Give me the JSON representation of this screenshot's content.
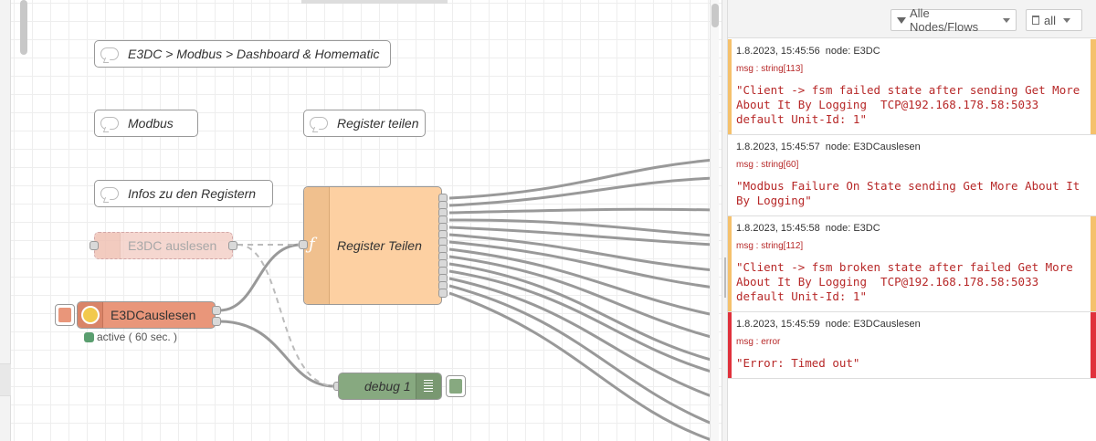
{
  "workspace": {
    "comments": [
      {
        "id": "c1",
        "label": "E3DC > Modbus > Dashboard & Homematic"
      },
      {
        "id": "c2",
        "label": "Modbus"
      },
      {
        "id": "c3",
        "label": "Register teilen"
      },
      {
        "id": "c4",
        "label": "Infos zu den Registern"
      }
    ],
    "nodes": {
      "e3dc_disabled": {
        "label": "E3DC auslesen"
      },
      "function": {
        "label": "Register Teilen",
        "icon_glyph": "ƒ"
      },
      "inject": {
        "label": "E3DCauslesen",
        "status": "active ( 60 sec. )"
      },
      "debug": {
        "label": "debug 1"
      }
    }
  },
  "sidebar": {
    "filter_label": "Alle Nodes/Flows",
    "clear_label": "all",
    "messages": [
      {
        "timestamp": "1.8.2023, 15:45:56",
        "node": "node: E3DC",
        "type": "msg : string[113]",
        "payload": "\"Client -> fsm failed state after sending Get More About It By Logging  TCP@192.168.178.58:5033 default Unit-Id: 1\"",
        "color": "#f5c16c"
      },
      {
        "timestamp": "1.8.2023, 15:45:57",
        "node": "node: E3DCauslesen",
        "type": "msg : string[60]",
        "payload": "\"Modbus Failure On State sending Get More About It By Logging\"",
        "color": ""
      },
      {
        "timestamp": "1.8.2023, 15:45:58",
        "node": "node: E3DC",
        "type": "msg : string[112]",
        "payload": "\"Client -> fsm broken state after failed Get More About It By Logging  TCP@192.168.178.58:5033 default Unit-Id: 1\"",
        "color": "#f5c16c"
      },
      {
        "timestamp": "1.8.2023, 15:45:59",
        "node": "node: E3DCauslesen",
        "type": "msg : error",
        "payload": "\"Error: Timed out\"",
        "color": "#e0313c"
      }
    ]
  }
}
